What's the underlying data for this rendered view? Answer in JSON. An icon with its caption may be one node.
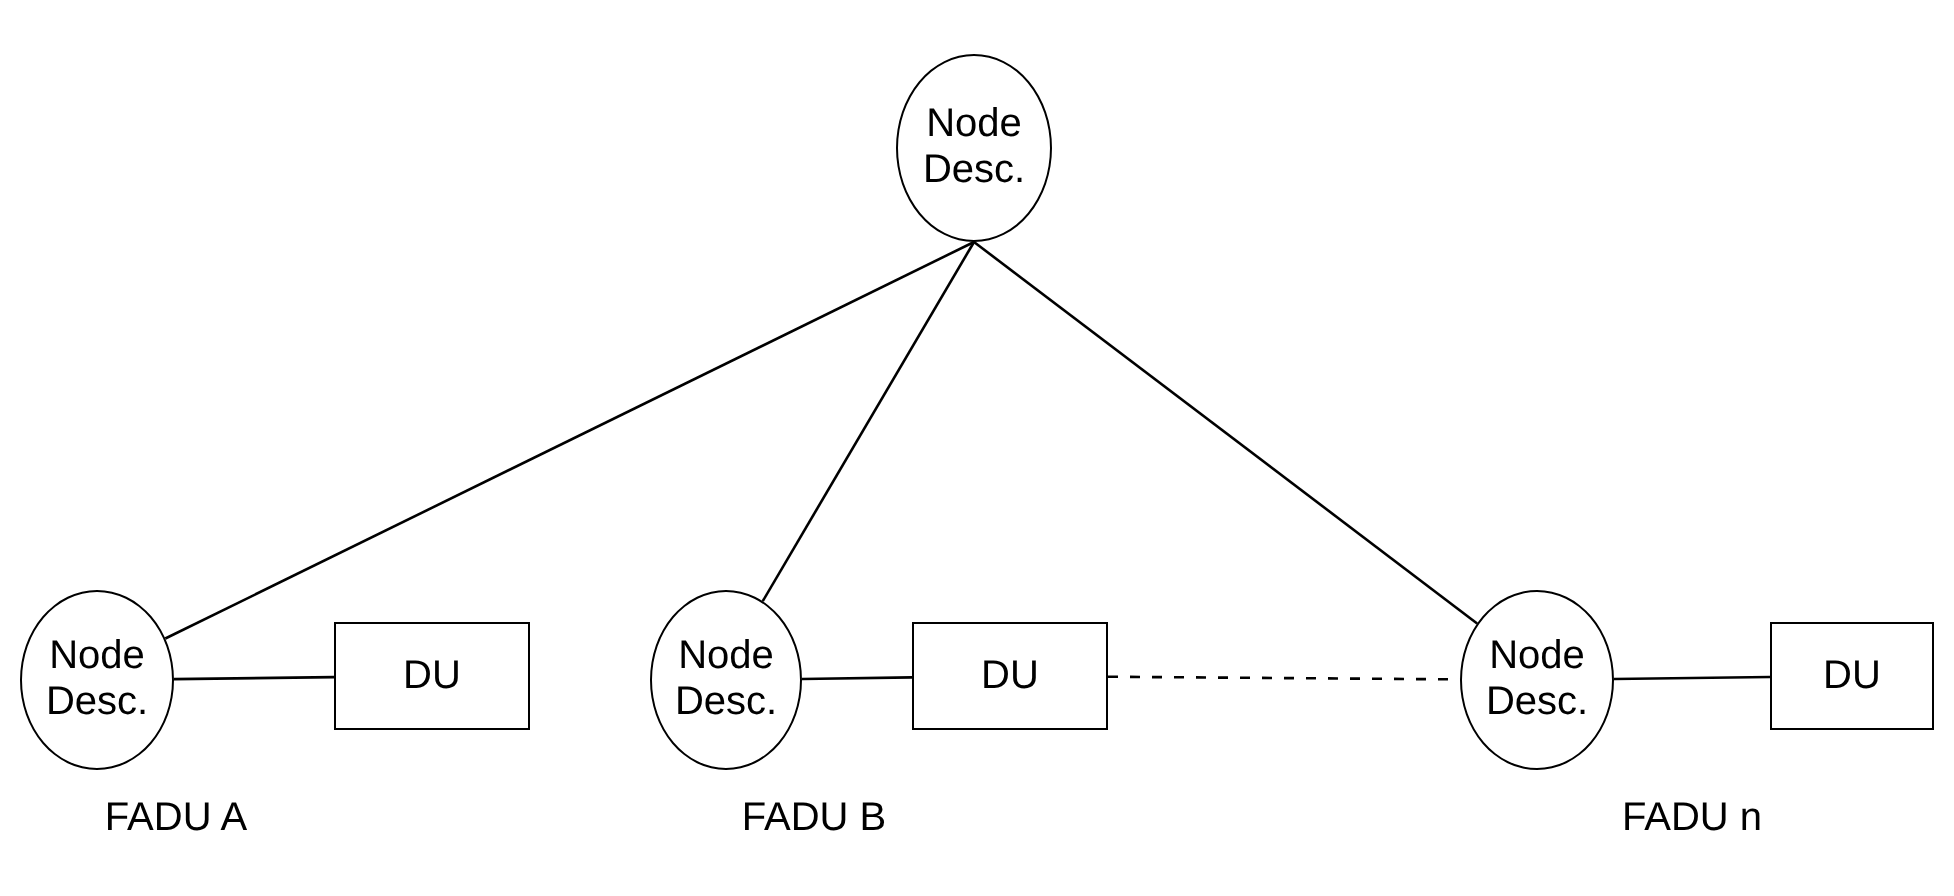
{
  "diagram": {
    "nodes": [
      {
        "text": [
          "Node Desc."
        ]
      },
      {
        "text": [
          "Node Desc."
        ]
      },
      {
        "text": [
          "DU"
        ]
      },
      {
        "text": [
          "Node Desc."
        ]
      },
      {
        "text": [
          "DU"
        ]
      },
      {
        "text": [
          "Node Desc."
        ]
      },
      {
        "text": [
          "DU"
        ]
      }
    ],
    "edges": [
      {
        "from": 0,
        "to": 1,
        "arrow": "none"
      },
      {
        "from": 0,
        "to": 3,
        "arrow": "none"
      },
      {
        "from": 0,
        "to": 5,
        "arrow": "none"
      },
      {
        "from": 1,
        "to": 2,
        "arrow": "none"
      },
      {
        "from": 3,
        "to": 4,
        "arrow": "none"
      },
      {
        "from": 4,
        "to": 5,
        "arrow": "none",
        "style": "dashed"
      },
      {
        "from": 5,
        "to": 6,
        "arrow": "none"
      }
    ],
    "labels": [
      "FADU A",
      "FADU B",
      "FADU n"
    ]
  }
}
